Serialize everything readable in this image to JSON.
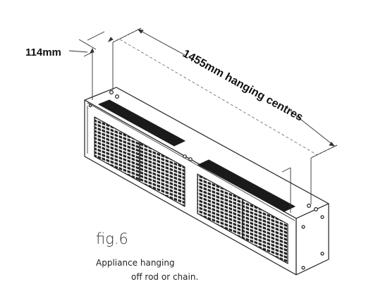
{
  "dimensions": {
    "depth_label": "114mm",
    "length_label": "1455mm hanging centres"
  },
  "figure": {
    "label": "fig.6",
    "caption_line1": "Appliance hanging",
    "caption_line2": "off rod or chain."
  }
}
